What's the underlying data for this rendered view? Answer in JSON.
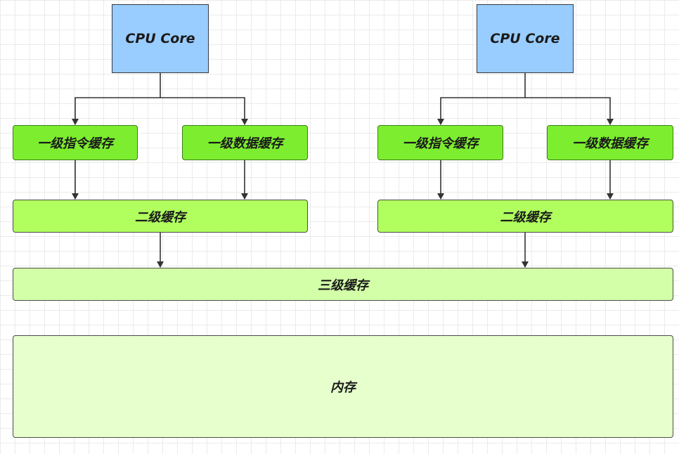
{
  "diagram": {
    "cores": [
      {
        "label": "CPU Core",
        "l1_instruction": "一级指令缓存",
        "l1_data": "一级数据缓存",
        "l2": "二级缓存"
      },
      {
        "label": "CPU Core",
        "l1_instruction": "一级指令缓存",
        "l1_data": "一级数据缓存",
        "l2": "二级缓存"
      }
    ],
    "l3": "三级缓存",
    "memory": "内存"
  },
  "colors": {
    "cpu_fill": "#99ccff",
    "l1_fill": "#7dee2f",
    "l2_fill": "#b0ff5e",
    "l3_fill": "#d2ffa7",
    "memory_fill": "#e6ffcc",
    "line": "#333333"
  }
}
